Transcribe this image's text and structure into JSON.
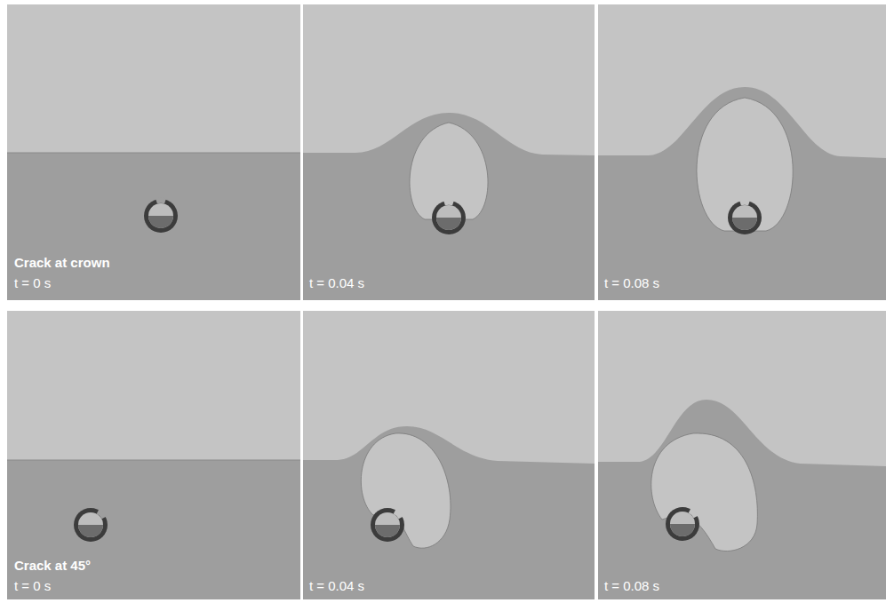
{
  "diagram": {
    "labels": [
      "Crack at crown",
      "t = 0 s",
      "t = 0.04 s",
      "t = 0.08 s",
      "Crack at 45°",
      "t = 0 s",
      "t = 0.04 s",
      "t = 0.08 s"
    ]
  }
}
